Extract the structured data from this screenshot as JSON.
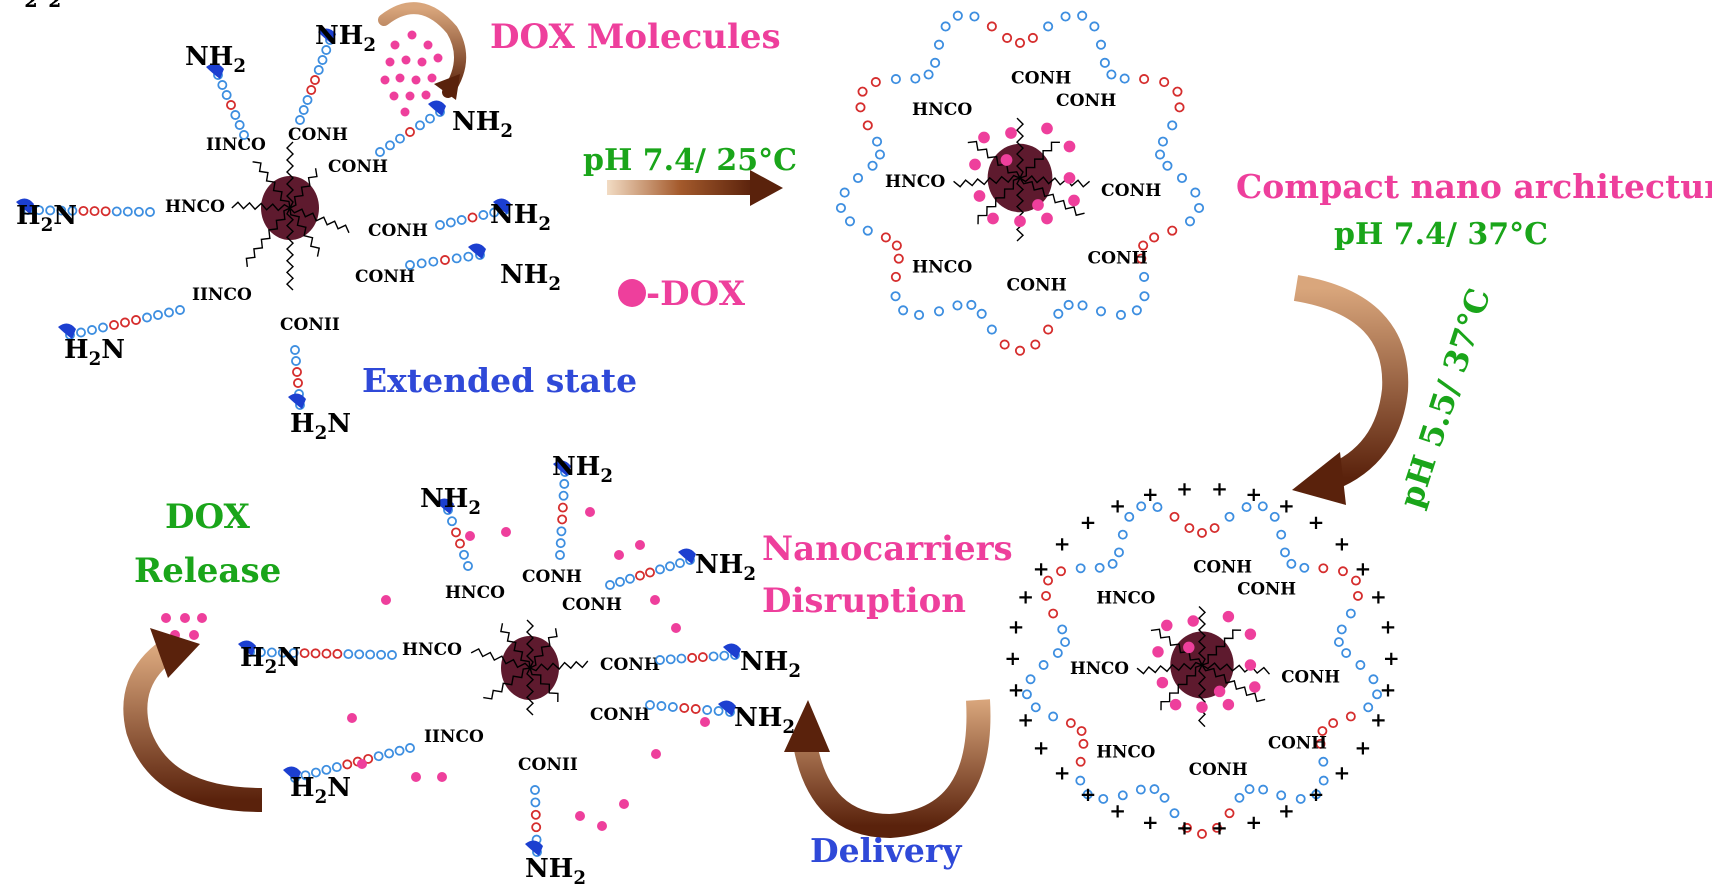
{
  "colors": {
    "core": "#5e1a2e",
    "dox": "#ee3f9c",
    "chain_blue": "#3d8ee0",
    "chain_red": "#d52d2d",
    "amine_blue": "#1c3fd0",
    "label_pink": "#ee3f9c",
    "label_green": "#1aa51a",
    "label_blue": "#2f49d8",
    "arrow": "#8a4424"
  },
  "icons": [
    "dox-dot-icon",
    "curved-arrow-icon",
    "straight-arrow-icon",
    "plus-charge-icon",
    "amine-tip-icon"
  ],
  "labels": {
    "dox_molecules": "DOX Molecules",
    "extended_state": "Extended state",
    "load_condition": "pH 7.4/ 25°C",
    "dox_legend": "-DOX",
    "compact_title": "Compact nano architecture",
    "compact_condition": "pH 7.4/ 37°C",
    "acid_condition": "pH 5.5/ 37°C",
    "nanocarriers": "Nanocarriers",
    "disruption": "Disruption",
    "dox_release_1": "DOX",
    "dox_release_2": "Release",
    "delivery": "Delivery"
  },
  "groups": {
    "nh2": "NH",
    "h2n": "N",
    "h": "H",
    "sub2": "2",
    "conh": "CONH",
    "hnco": "HNCO",
    "conii": "CONII",
    "iinco": "IINCO",
    "plus": "+"
  }
}
